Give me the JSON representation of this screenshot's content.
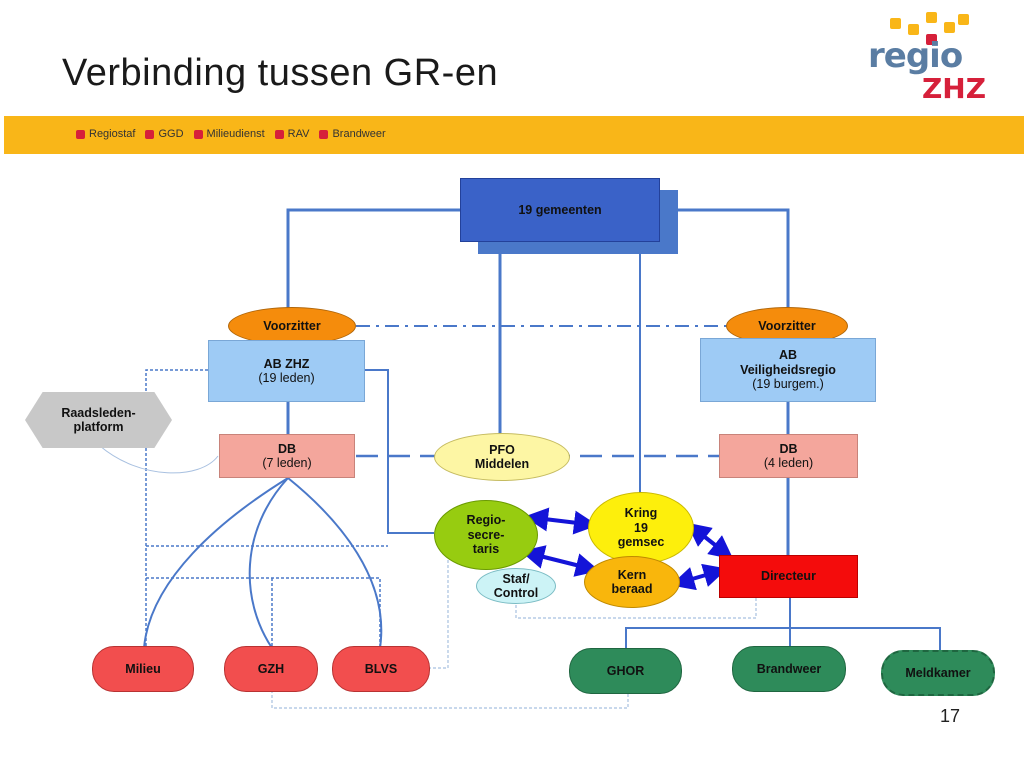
{
  "slide": {
    "title": "Verbinding tussen GR-en",
    "page_number": "17"
  },
  "logo": {
    "text_line1": "regio",
    "text_line2": "ZHZ",
    "colors": {
      "primary": "#5a7da3",
      "accent": "#d6203a",
      "dots": "#f9b618"
    }
  },
  "band": {
    "color": "#f9b618",
    "items": [
      "Regiostaf",
      "GGD",
      "Milieudienst",
      "RAV",
      "Brandweer"
    ]
  },
  "nodes": {
    "gemeenten": "19 gemeenten",
    "voorzitter_left": "Voorzitter",
    "voorzitter_right": "Voorzitter",
    "ab_zhz_line1": "AB ZHZ",
    "ab_zhz_line2": "(19 leden)",
    "ab_vr_line1": "AB",
    "ab_vr_line2": "Veiligheidsregio",
    "ab_vr_line3": "(19 burgem.)",
    "raadsleden_line1": "Raadsleden-",
    "raadsleden_line2": "platform",
    "db_left_line1": "DB",
    "db_left_line2": "(7 leden)",
    "pfo_line1": "PFO",
    "pfo_line2": "Middelen",
    "db_right_line1": "DB",
    "db_right_line2": "(4 leden)",
    "regio_line1": "Regio-",
    "regio_line2": "secre-",
    "regio_line3": "taris",
    "kring_line1": "Kring",
    "kring_line2": "19",
    "kring_line3": "gemsec",
    "staf_line1": "Staf/",
    "staf_line2": "Control",
    "kern_line1": "Kern",
    "kern_line2": "beraad",
    "directeur": "Directeur",
    "milieu": "Milieu",
    "gzh": "GZH",
    "blvs": "BLVS",
    "ghor": "GHOR",
    "brandweer": "Brandweer",
    "meldkamer": "Meldkamer"
  }
}
